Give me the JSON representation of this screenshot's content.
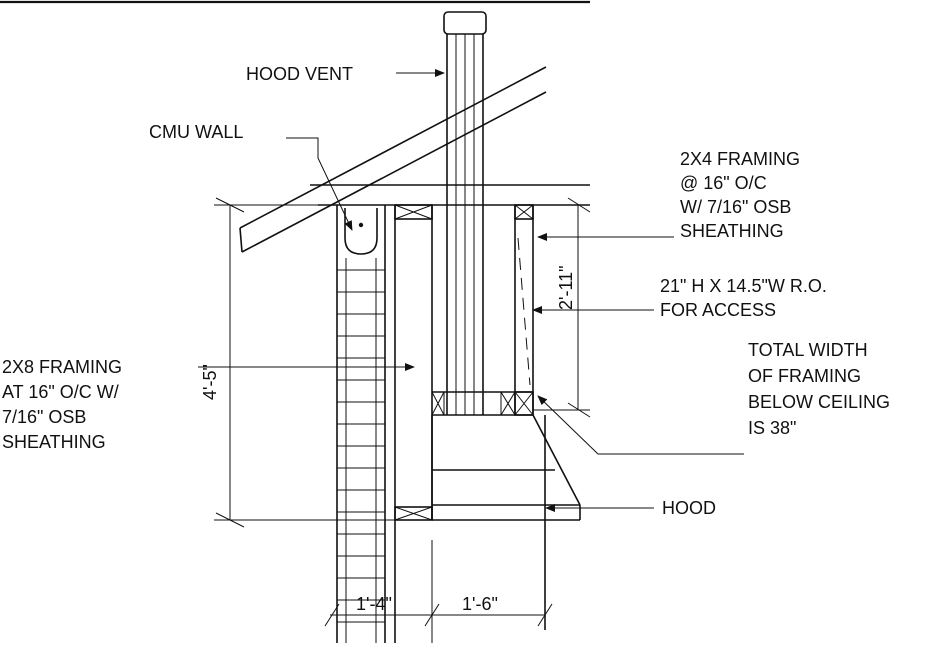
{
  "labels": {
    "hood_vent": "HOOD VENT",
    "cmu_wall": "CMU WALL",
    "framing_2x4": [
      "2X4 FRAMING",
      "@ 16\" O/C",
      "W/ 7/16\" OSB",
      "SHEATHING"
    ],
    "access": [
      "21\" H X 14.5\"W R.O.",
      "FOR  ACCESS"
    ],
    "total_width": [
      "TOTAL WIDTH",
      "OF FRAMING",
      "BELOW CEILING",
      "IS 38\""
    ],
    "framing_2x8": [
      "2X8 FRAMING",
      "AT 16\" O/C W/",
      "7/16\" OSB",
      "SHEATHING"
    ],
    "hood": "HOOD"
  },
  "dimensions": {
    "height_left": "4'-5\"",
    "height_right": "2'-11\"",
    "width_left": "1'-4\"",
    "width_right": "1'-6\""
  }
}
